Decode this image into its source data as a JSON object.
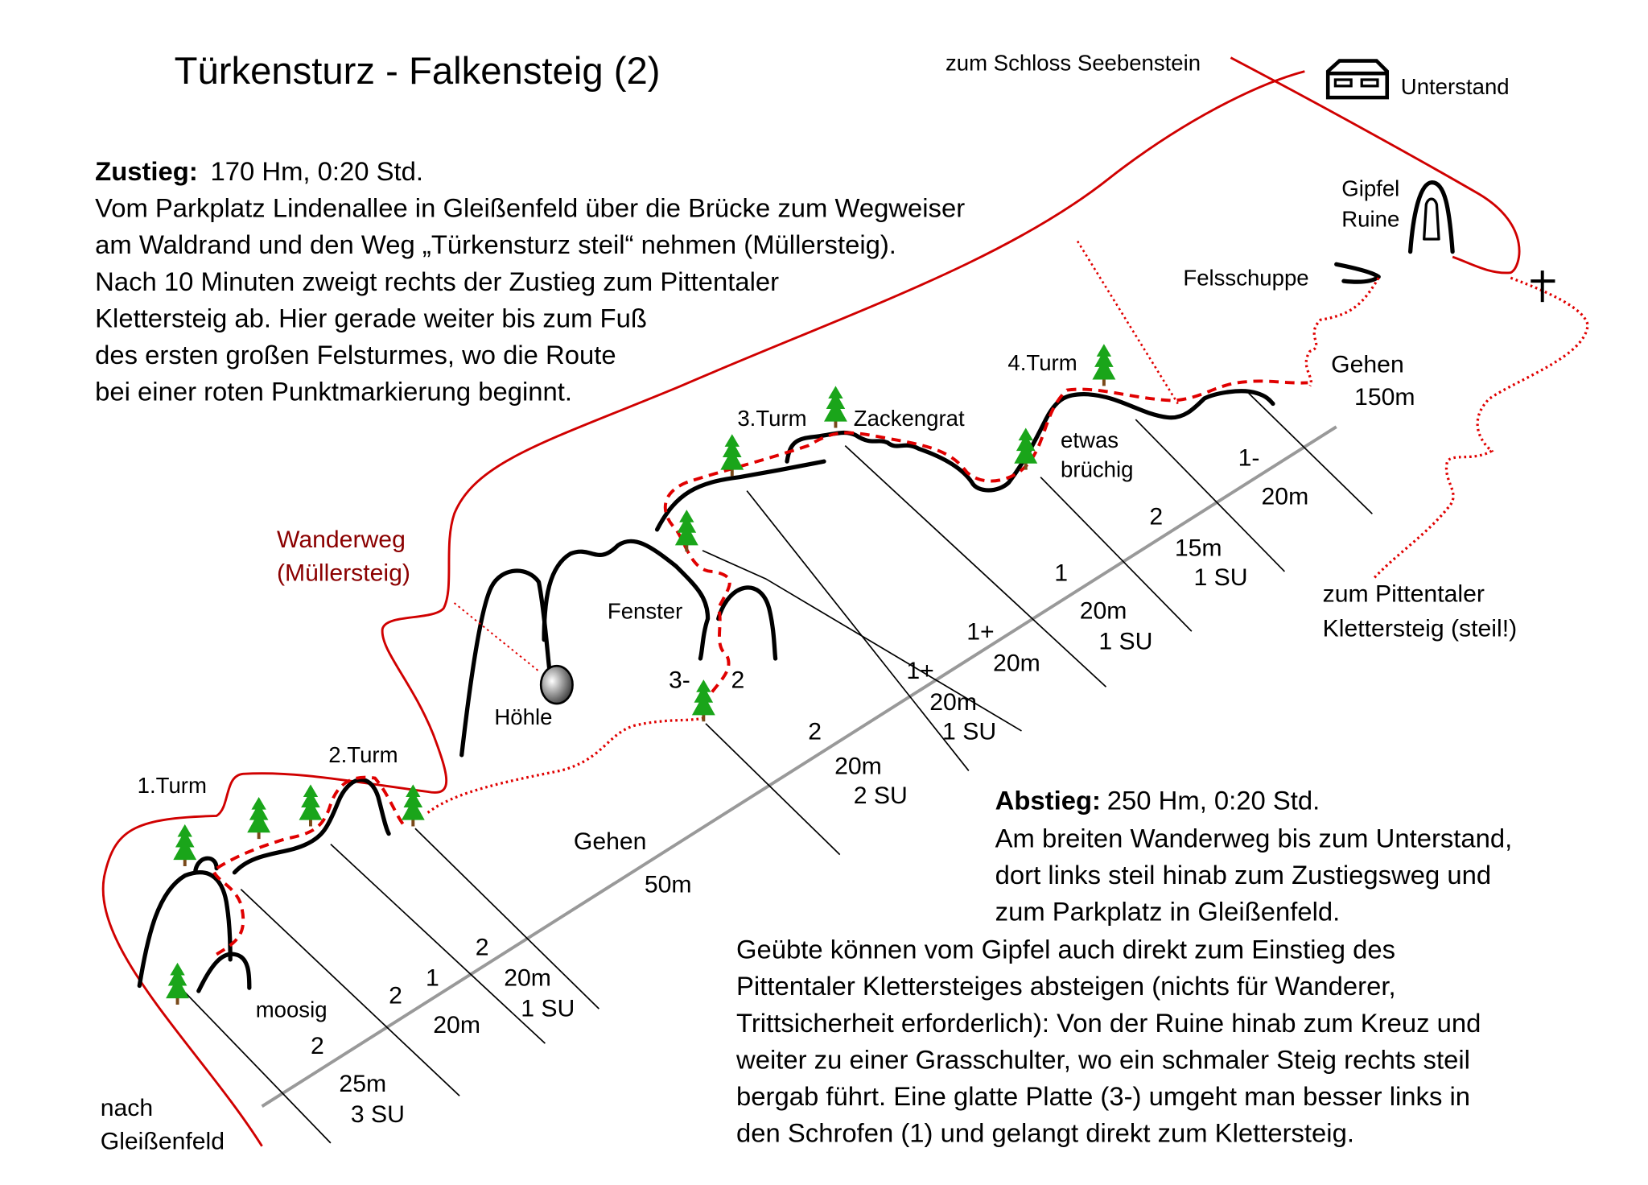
{
  "title": "Türkensturz -  Falkensteig (2)",
  "zustieg": {
    "heading": "Zustieg:",
    "summary": "170 Hm,  0:20 Std.",
    "lines": [
      "Vom Parkplatz Lindenallee in Gleißenfeld über die Brücke zum Wegweiser",
      "am Waldrand und den Weg „Türkensturz steil“ nehmen (Müllersteig).",
      "Nach 10 Minuten zweigt rechts der Zustieg zum Pittentaler",
      "Klettersteig ab. Hier gerade weiter bis zum Fuß",
      "des ersten großen Felsturmes, wo die Route",
      "bei einer roten Punktmarkierung beginnt."
    ]
  },
  "abstieg": {
    "heading": "Abstieg:",
    "summary": "250 Hm,  0:20 Std.",
    "lines": [
      "Am breiten Wanderweg bis zum Unterstand,",
      "dort links steil hinab zum Zustiegsweg und",
      "zum Parkplatz in Gleißenfeld."
    ],
    "advanced_lines": [
      "Geübte können vom Gipfel auch direkt zum Einstieg des",
      "Pittentaler Klettersteiges absteigen (nichts für Wanderer,",
      "Trittsicherheit erforderlich): Von der Ruine hinab zum Kreuz und",
      "weiter zu einer Grasschulter, wo ein schmaler Steig rechts steil",
      "bergab führt. Eine glatte Platte (3-) umgeht man besser links in",
      "den Schrofen (1) und gelangt direkt zum Klettersteig."
    ]
  },
  "labels": {
    "schloss": "zum Schloss Seebenstein",
    "unterstand": "Unterstand",
    "gipfel": "Gipfel",
    "ruine": "Ruine",
    "felsschuppe": "Felsschuppe",
    "turm4": "4.Turm",
    "turm3": "3.Turm",
    "zackengrat": "Zackengrat",
    "etwas": "etwas",
    "bruechig": "brüchig",
    "gehen_top": "Gehen",
    "gehen_top_len": "150m",
    "pittentaler1": "zum Pittentaler",
    "pittentaler2": "Klettersteig (steil!)",
    "wanderweg1": "Wanderweg",
    "wanderweg2": "(Müllersteig)",
    "fenster": "Fenster",
    "hoehle": "Höhle",
    "turm2": "2.Turm",
    "turm1": "1.Turm",
    "gehen_mid": "Gehen",
    "gehen_mid_len": "50m",
    "moosig": "moosig",
    "nach": "nach",
    "gleissenfeld": "Gleißenfeld"
  },
  "pitches": {
    "p1": {
      "grade": "2",
      "length": "25m",
      "su": "3 SU",
      "grade2": "2"
    },
    "p2": {
      "grade": "1",
      "length": "20m"
    },
    "p3": {
      "grade": "2",
      "length": "20m",
      "su": "1 SU"
    },
    "p4": {
      "grade": "2",
      "length": "20m",
      "su": "2 SU",
      "crux_left": "3-",
      "crux_right": "2"
    },
    "p5": {
      "grade": "1+",
      "length": "20m",
      "su": "1 SU"
    },
    "p6": {
      "grade": "1+",
      "length": "20m"
    },
    "p7": {
      "grade": "1",
      "length": "20m",
      "su": "1 SU"
    },
    "p8": {
      "grade": "2",
      "length": "15m",
      "su": "1 SU"
    },
    "p9": {
      "grade": "1-",
      "length": "20m"
    }
  },
  "colors": {
    "route": "#e00000",
    "trail": "#d00000",
    "trail_label": "#8b0000",
    "tree": "#1aa51a",
    "baseline": "#999999"
  }
}
